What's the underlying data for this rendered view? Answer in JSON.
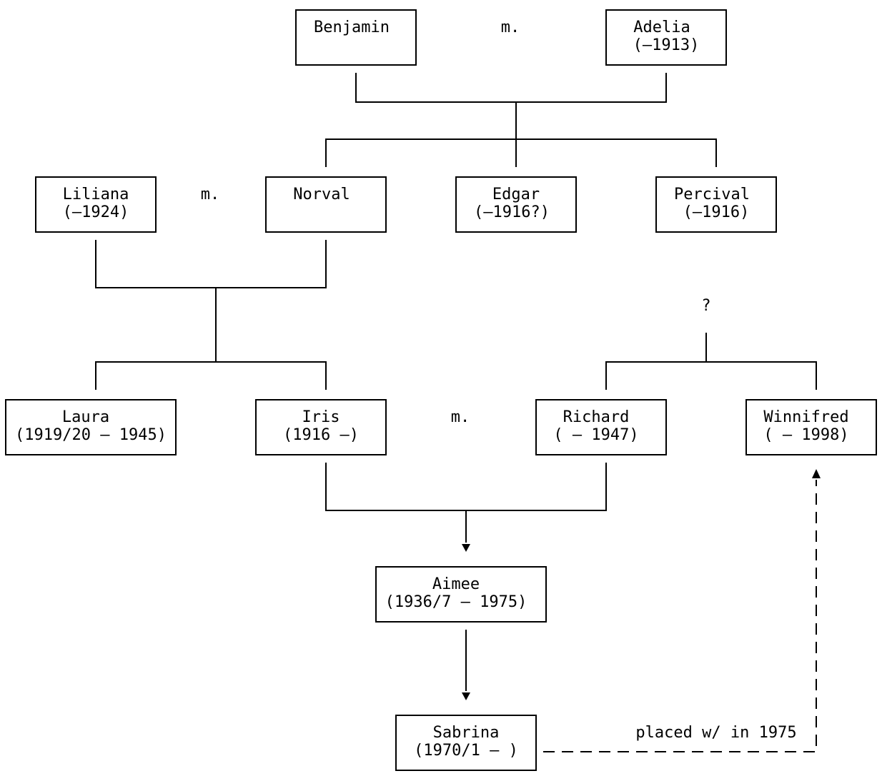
{
  "nodes": {
    "benjamin": {
      "lines": [
        "Benjamin"
      ]
    },
    "adelia": {
      "lines": [
        "Adelia",
        "(–1913)"
      ]
    },
    "liliana": {
      "lines": [
        "Liliana",
        "(–1924)"
      ]
    },
    "norval": {
      "lines": [
        "Norval"
      ]
    },
    "edgar": {
      "lines": [
        "Edgar",
        "(–1916?)"
      ]
    },
    "percival": {
      "lines": [
        "Percival",
        "(–1916)"
      ]
    },
    "laura": {
      "lines": [
        "Laura",
        "(1919/20 – 1945)"
      ]
    },
    "iris": {
      "lines": [
        "Iris",
        "(1916 –)"
      ]
    },
    "richard": {
      "lines": [
        "Richard",
        "( – 1947)"
      ]
    },
    "winnifred": {
      "lines": [
        "Winnifred",
        "( – 1998)"
      ]
    },
    "aimee": {
      "lines": [
        "Aimee",
        "(1936/7 – 1975)"
      ]
    },
    "sabrina": {
      "lines": [
        "Sabrina",
        "(1970/1 – )"
      ]
    }
  },
  "labels": {
    "marriage_benjamin_adelia": "m.",
    "marriage_liliana_norval": "m.",
    "marriage_iris_richard": "m.",
    "unknown_parents": "?",
    "placement_note": "placed w/ in 1975"
  },
  "colors": {
    "line": "#000000",
    "background": "#ffffff"
  }
}
